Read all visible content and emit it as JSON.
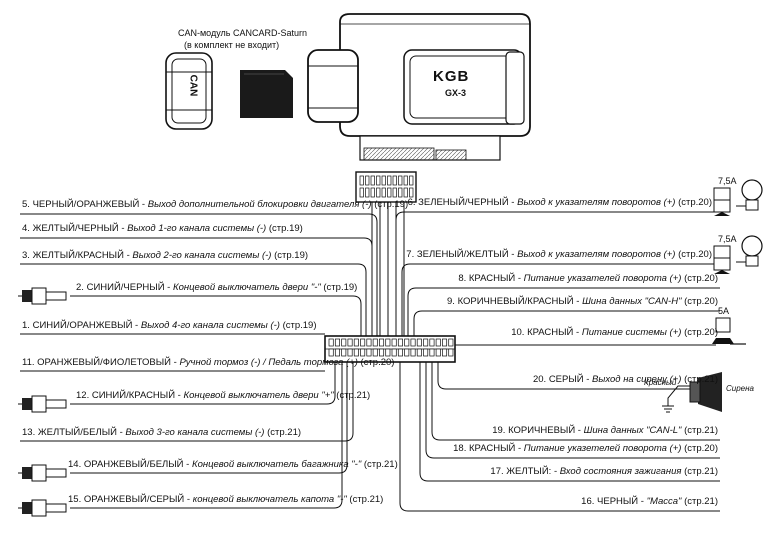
{
  "top": {
    "can_module": "CAN-модуль CANCARD-Saturn",
    "not_included": "(в комплект не входит)",
    "can_card_text": "CAN",
    "logo": "KGB",
    "model": "GX-3"
  },
  "left_wires": [
    {
      "num": "5.",
      "color": "ЧЕРНЫЙ/ОРАНЖЕВЫЙ",
      "desc": "Выход дополнительной блокировки двигателя (-)",
      "page": "(стр.19)"
    },
    {
      "num": "4.",
      "color": "ЖЕЛТЫЙ/ЧЕРНЫЙ",
      "desc": "Выход 1-го канала системы (-)",
      "page": "(стр.19)"
    },
    {
      "num": "3.",
      "color": "ЖЕЛТЫЙ/КРАСНЫЙ",
      "desc": "Выход 2-го канала системы (-)",
      "page": "(стр.19)"
    },
    {
      "num": "2.",
      "color": "СИНИЙ/ЧЕРНЫЙ",
      "desc": "Концевой выключатель двери \"-\"",
      "page": "(стр.19)"
    },
    {
      "num": "1.",
      "color": "СИНИЙ/ОРАНЖЕВЫЙ",
      "desc": "Выход 4-го канала системы (-)",
      "page": "(стр.19)"
    },
    {
      "num": "11.",
      "color": "ОРАНЖЕВЫЙ/ФИОЛЕТОВЫЙ",
      "desc": "Ручной тормоз (-) / Педаль тормоза (+)",
      "page": "(стр.20)"
    },
    {
      "num": "12.",
      "color": "СИНИЙ/КРАСНЫЙ",
      "desc": "Концевой выключатель двери \"+\"",
      "page": "(стр.21)"
    },
    {
      "num": "13.",
      "color": "ЖЕЛТЫЙ/БЕЛЫЙ",
      "desc": "Выход 3-го канала системы (-)",
      "page": "(стр.21)"
    },
    {
      "num": "14.",
      "color": "ОРАНЖЕВЫЙ/БЕЛЫЙ",
      "desc": "Концевой выключатель багажника \"-\"",
      "page": "(стр.21)"
    },
    {
      "num": "15.",
      "color": "ОРАНЖЕВЫЙ/СЕРЫЙ",
      "desc": "концевой выключатель капота \"-\"",
      "page": "(стр.21)"
    }
  ],
  "right_wires": [
    {
      "num": "6.",
      "color": "ЗЕЛЕНЫЙ/ЧЕРНЫЙ",
      "desc": "Выход к указателям поворотов (+)",
      "page": "(стр.20)"
    },
    {
      "num": "7.",
      "color": "ЗЕЛЕНЫЙ/ЖЕЛТЫЙ",
      "desc": "Выход к указателям поворотов (+)",
      "page": "(стр.20)"
    },
    {
      "num": "8.",
      "color": "КРАСНЫЙ",
      "desc": "Питание указателей поворота (+)",
      "page": "(стр.20)"
    },
    {
      "num": "9.",
      "color": "КОРИЧНЕВЫЙ/КРАСНЫЙ",
      "desc": "Шина данных \"CAN-H\"",
      "page": "(стр.20)"
    },
    {
      "num": "10.",
      "color": "КРАСНЫЙ",
      "desc": "Питание системы (+)",
      "page": "(стр.20)"
    },
    {
      "num": "20.",
      "color": "СЕРЫЙ",
      "desc": "Выход на сирену (+)",
      "page": "(стр.21)"
    },
    {
      "num": "19.",
      "color": "КОРИЧНЕВЫЙ",
      "desc": "Шина данных \"CAN-L\"",
      "page": "(стр.21)"
    },
    {
      "num": "18.",
      "color": "КРАСНЫЙ",
      "desc": "Питание указетелей поворота (+)",
      "page": "(стр.20)"
    },
    {
      "num": "17.",
      "color": "ЖЕЛТЫЙ:",
      "desc": "Вход состояния зажигания",
      "page": "(стр.21)"
    },
    {
      "num": "16.",
      "color": "ЧЕРНЫЙ",
      "desc": "\"Масса\"",
      "page": "(стр.21)"
    }
  ],
  "fuses": {
    "f1": "7,5A",
    "f2": "7,5A",
    "f3": "5A"
  },
  "siren": {
    "red_label": "Красный",
    "siren_label": "Сирена"
  }
}
